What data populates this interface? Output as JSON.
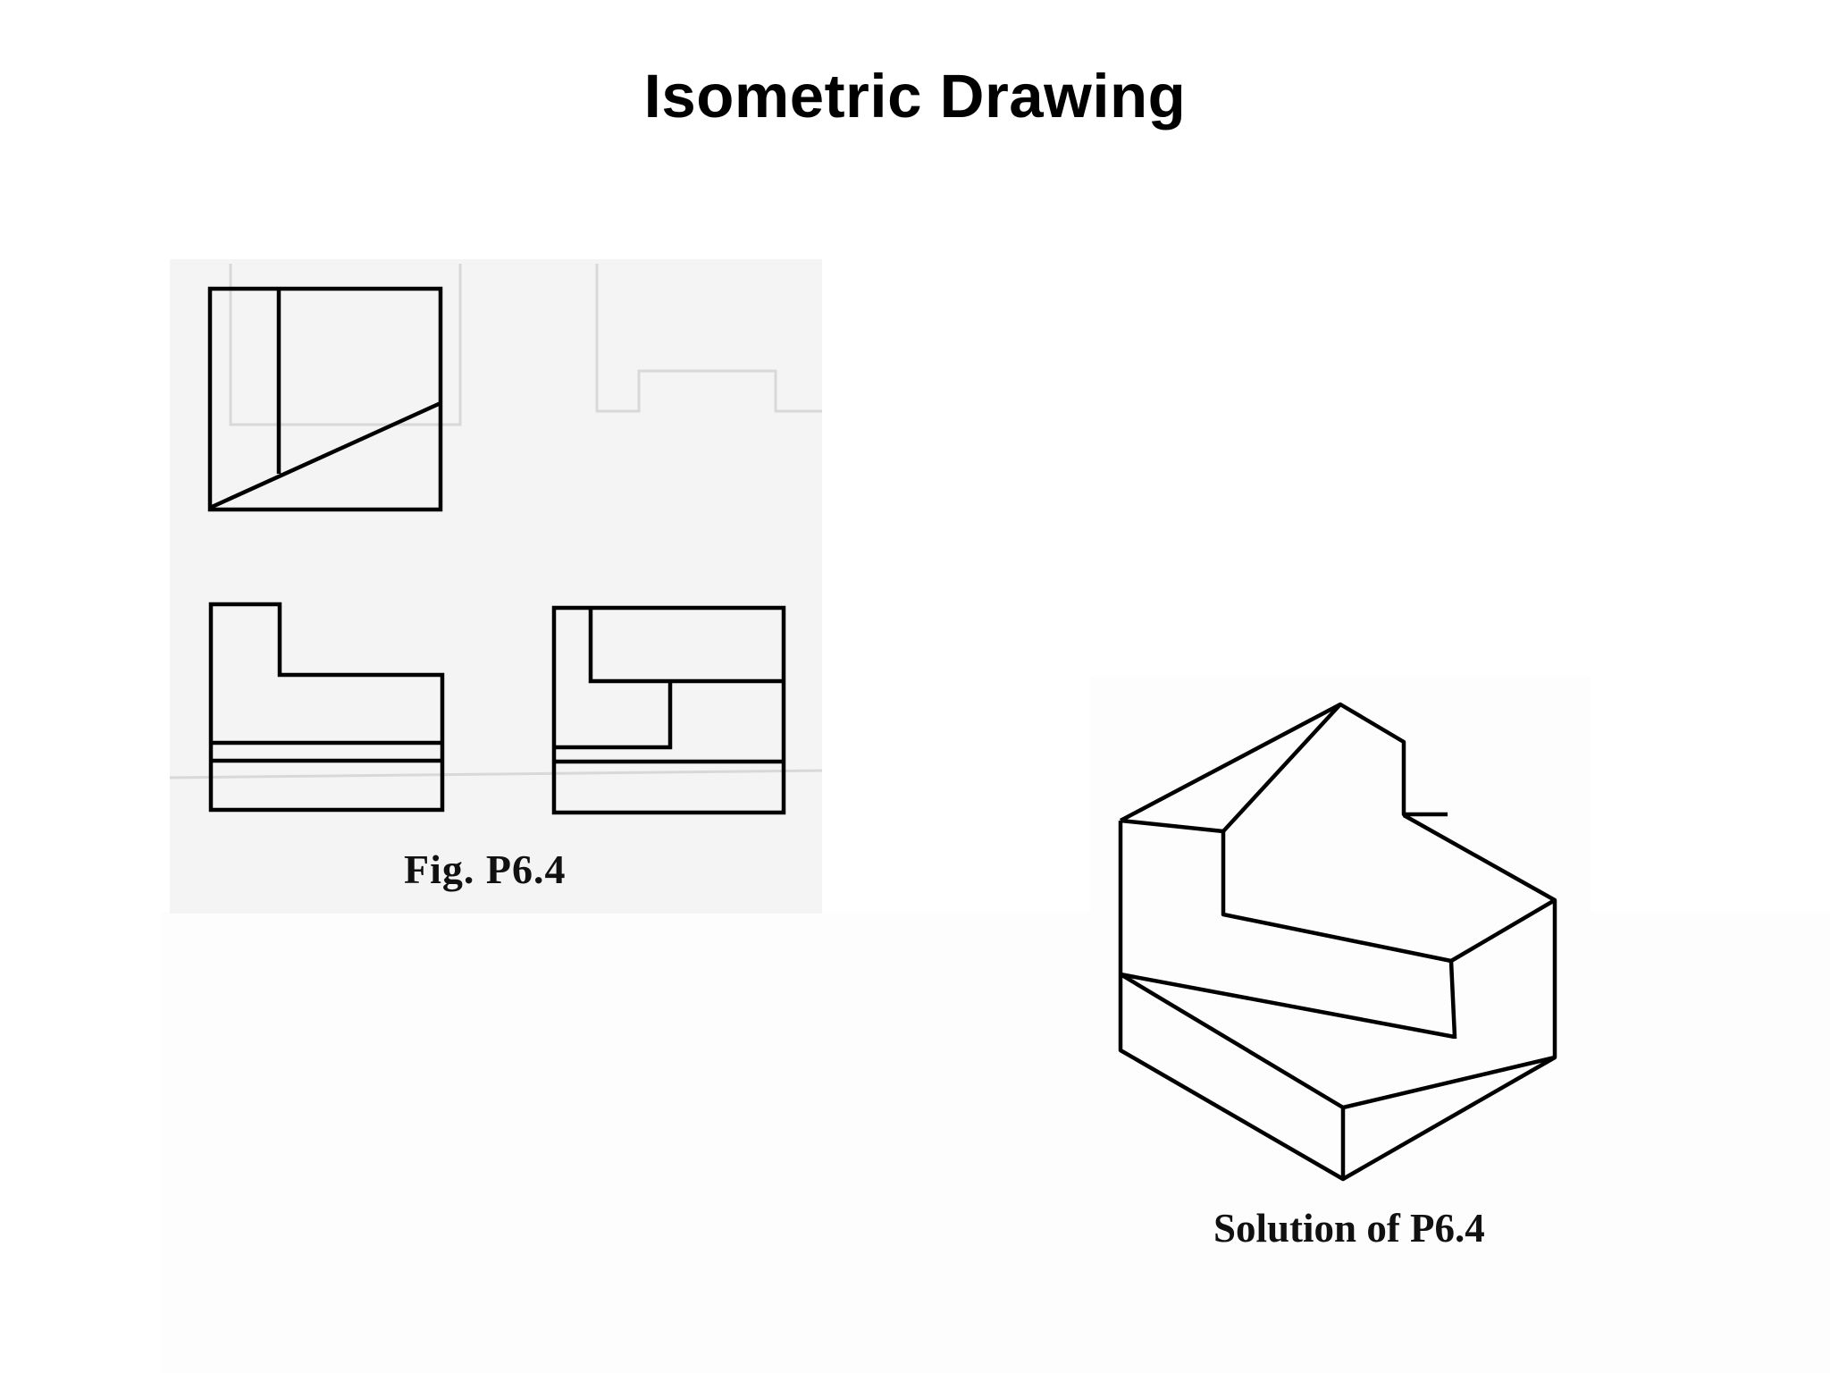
{
  "slide": {
    "title": "Isometric Drawing"
  },
  "figures": {
    "orthographic": {
      "caption": "Fig. P6.4",
      "views": [
        "top-view",
        "front-view",
        "side-view"
      ]
    },
    "isometric": {
      "caption": "Solution of P6.4"
    }
  },
  "colors": {
    "background": "#ffffff",
    "line": "#000000",
    "scan_paper": "#f4f4f4"
  }
}
